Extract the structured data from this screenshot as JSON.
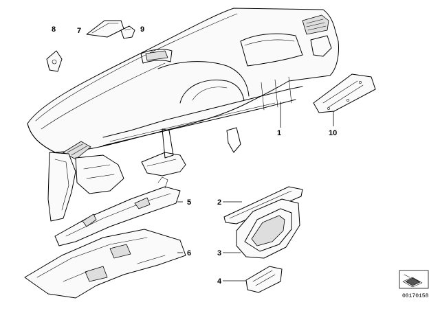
{
  "callouts": {
    "c1": "1",
    "c2": "2",
    "c3": "3",
    "c4": "4",
    "c5": "5",
    "c6": "6",
    "c7": "7",
    "c8": "8",
    "c9": "9",
    "c10": "10"
  },
  "diagram_id": "00170158"
}
